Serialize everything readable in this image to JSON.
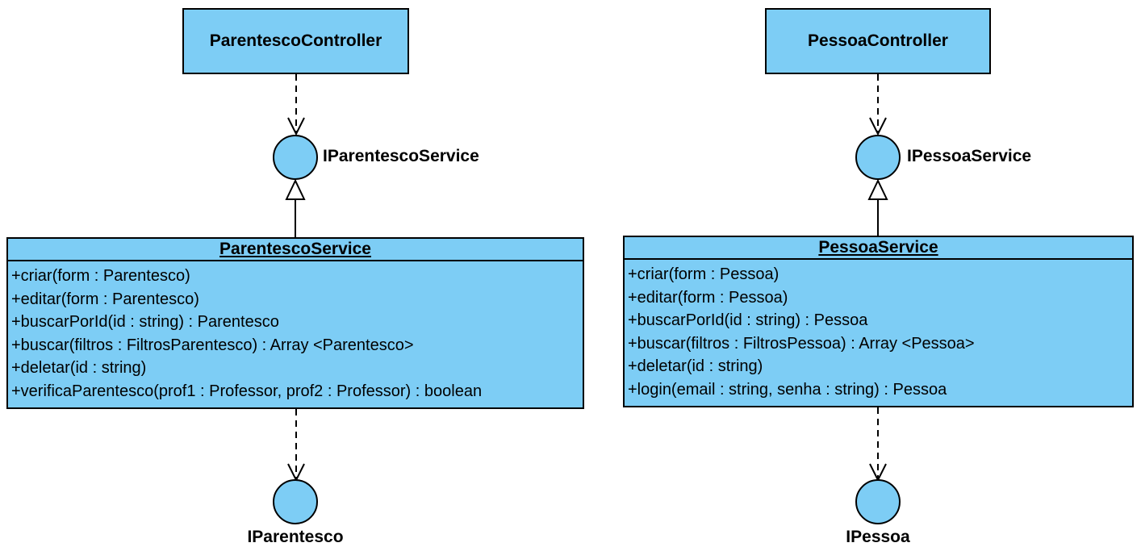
{
  "colors": {
    "fill": "#7dcdf5",
    "stroke": "#000000",
    "background": "#ffffff"
  },
  "left": {
    "controller": "ParentescoController",
    "interface": "IParentescoService",
    "service": {
      "name": "ParentescoService",
      "operations": [
        "+criar(form : Parentesco)",
        "+editar(form : Parentesco)",
        "+buscarPorId(id : string) : Parentesco",
        "+buscar(filtros : FiltrosParentesco) : Array <Parentesco>",
        "+deletar(id : string)",
        "+verificaParentesco(prof1 : Professor, prof2 : Professor) : boolean"
      ]
    },
    "dependency": "IParentesco"
  },
  "right": {
    "controller": "PessoaController",
    "interface": "IPessoaService",
    "service": {
      "name": "PessoaService",
      "operations": [
        "+criar(form : Pessoa)",
        "+editar(form : Pessoa)",
        "+buscarPorId(id : string) : Pessoa",
        "+buscar(filtros : FiltrosPessoa) : Array <Pessoa>",
        "+deletar(id : string)",
        "+login(email : string, senha : string) : Pessoa"
      ]
    },
    "dependency": "IPessoa"
  }
}
